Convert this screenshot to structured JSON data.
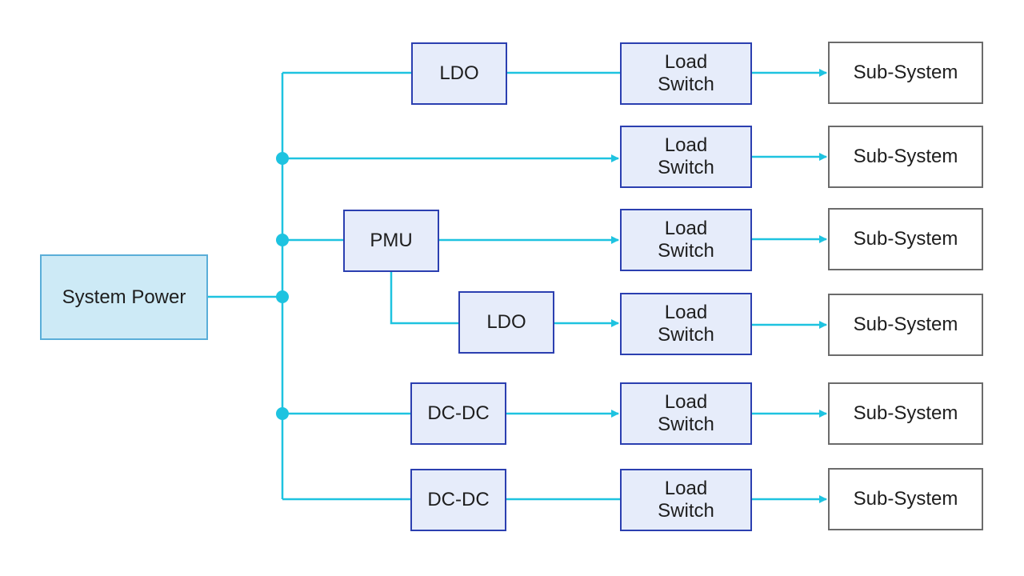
{
  "colors": {
    "connector": "#1ec3e0",
    "source_fill": "#cdeaf6",
    "source_border": "#5aaed8",
    "converter_fill": "#e6ecfa",
    "converter_border": "#2b3fb0",
    "subsystem_border": "#6b6b6b"
  },
  "source": {
    "label": "System Power"
  },
  "converters": {
    "ldo_1": "LDO",
    "pmu": "PMU",
    "ldo_2": "LDO",
    "dcdc_1": "DC-DC",
    "dcdc_2": "DC-DC"
  },
  "load_switches": [
    "Load\nSwitch",
    "Load\nSwitch",
    "Load\nSwitch",
    "Load\nSwitch",
    "Load\nSwitch",
    "Load\nSwitch"
  ],
  "subsystems": [
    "Sub-System",
    "Sub-System",
    "Sub-System",
    "Sub-System",
    "Sub-System",
    "Sub-System"
  ]
}
